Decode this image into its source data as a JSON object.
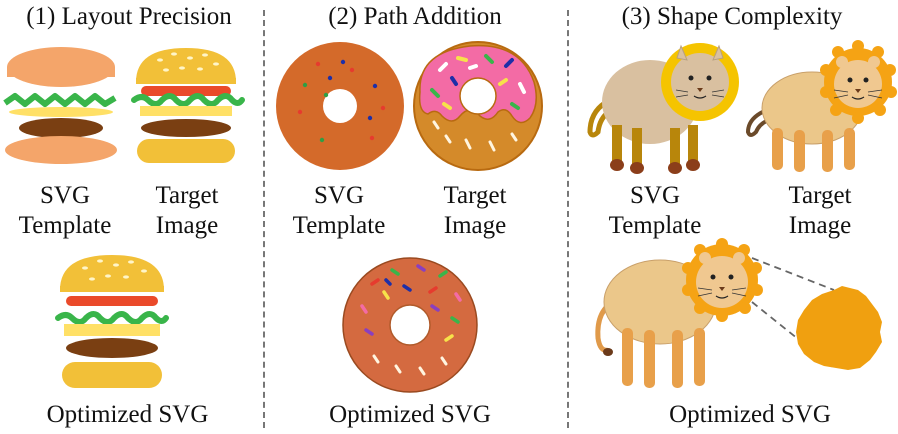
{
  "panels": [
    {
      "title": "(1) Layout Precision",
      "template_label": [
        "SVG",
        "Template"
      ],
      "target_label": [
        "Target",
        "Image"
      ],
      "optimized_label": "Optimized SVG"
    },
    {
      "title": "(2) Path Addition",
      "template_label": [
        "SVG",
        "Template"
      ],
      "target_label": [
        "Target",
        "Image"
      ],
      "optimized_label": "Optimized SVG"
    },
    {
      "title": "(3) Shape Complexity",
      "template_label": [
        "SVG",
        "Template"
      ],
      "target_label": [
        "Target",
        "Image"
      ],
      "optimized_label": "Optimized SVG"
    }
  ],
  "colors": {
    "bun": "#f2c038",
    "bun_template": "#f4a56a",
    "lettuce": "#39b54a",
    "tomato": "#ea4a2a",
    "patty": "#7a3f12",
    "cheese": "#ffe066",
    "donut": "#d46a2a",
    "icing": "#f36ba5",
    "lion_body": "#e9c28a",
    "mane": "#f5a314",
    "leg": "#d9a44c",
    "divider": "#777777"
  },
  "icons": [
    "hamburger-illustration",
    "donut-illustration",
    "lion-illustration"
  ]
}
